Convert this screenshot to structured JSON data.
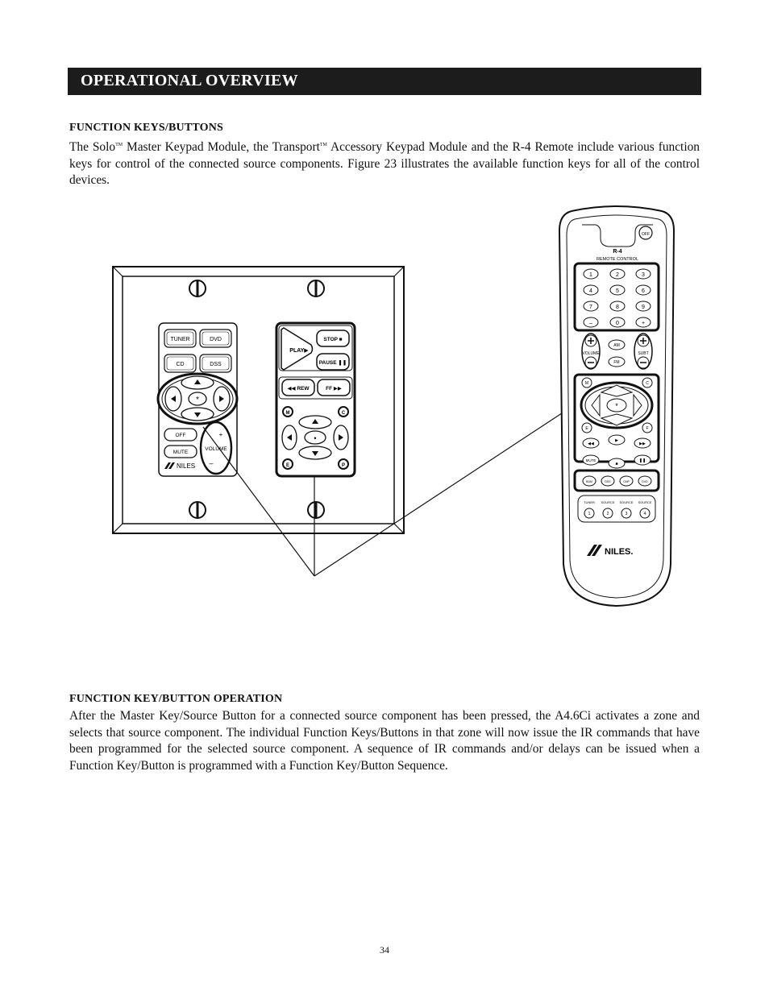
{
  "header": {
    "title": "OPERATIONAL OVERVIEW"
  },
  "section1": {
    "heading": "FUNCTION KEYS/BUTTONS",
    "para_a": "The Solo",
    "tm1": "TM",
    "para_b": " Master Keypad Module, the Transport",
    "tm2": "TM",
    "para_c": " Accessory Keypad Module and the R-4 Remote include various function keys for control of the connected source components. Figure 23 illustrates the available function keys for all of the control devices."
  },
  "figure": {
    "solo": {
      "tuner": "TUNER",
      "dvd": "DVD",
      "cd": "CD",
      "dss": "DSS",
      "center": "*",
      "off": "OFF",
      "mute": "MUTE",
      "volume": "VOLUME",
      "plus": "+",
      "minus": "–",
      "brand": "NILES"
    },
    "transport": {
      "play": "PLAY▶",
      "stop": "STOP ■",
      "pause": "PAUSE ❚❚",
      "rew": "◀◀ REW",
      "ff": "FF ▶▶",
      "m": "M",
      "c": "C",
      "e": "E",
      "p": "P",
      "center": "•"
    },
    "remote": {
      "off": "OFF",
      "model": "R-4",
      "subtitle": "REMOTE CONTROL",
      "digits": [
        "1",
        "2",
        "3",
        "4",
        "5",
        "6",
        "7",
        "8",
        "9",
        "–",
        "0",
        "+"
      ],
      "volume": "VOLUME",
      "am": "AM",
      "fm": "FM",
      "subt": "SUBT",
      "m": "M",
      "c": "C",
      "e": "E",
      "f": "F",
      "center": "*",
      "mute": "MUTE",
      "transport": [
        "◀◀",
        "▶",
        "▶▶",
        "■",
        "❚❚"
      ],
      "sources_small": [
        "BDM",
        "DSS",
        "CMP",
        "DVD"
      ],
      "source_labels": [
        "TUNER",
        "SOURCE",
        "SOURCE",
        "SOURCE"
      ],
      "source_nums": [
        "1",
        "2",
        "3",
        "4"
      ],
      "brand": "NILES."
    }
  },
  "section2": {
    "heading": "FUNCTION KEY/BUTTON OPERATION",
    "body": "After the Master Key/Source Button for a connected source component has been pressed, the A4.6Ci activates a zone and selects that source component. The individual Function Keys/Buttons in that zone will now issue the IR commands that have been programmed for the selected source component. A sequence of IR commands and/or delays can be issued when a Function Key/Button is programmed with a Function Key/Button Sequence."
  },
  "footer": {
    "page_number": "34"
  }
}
